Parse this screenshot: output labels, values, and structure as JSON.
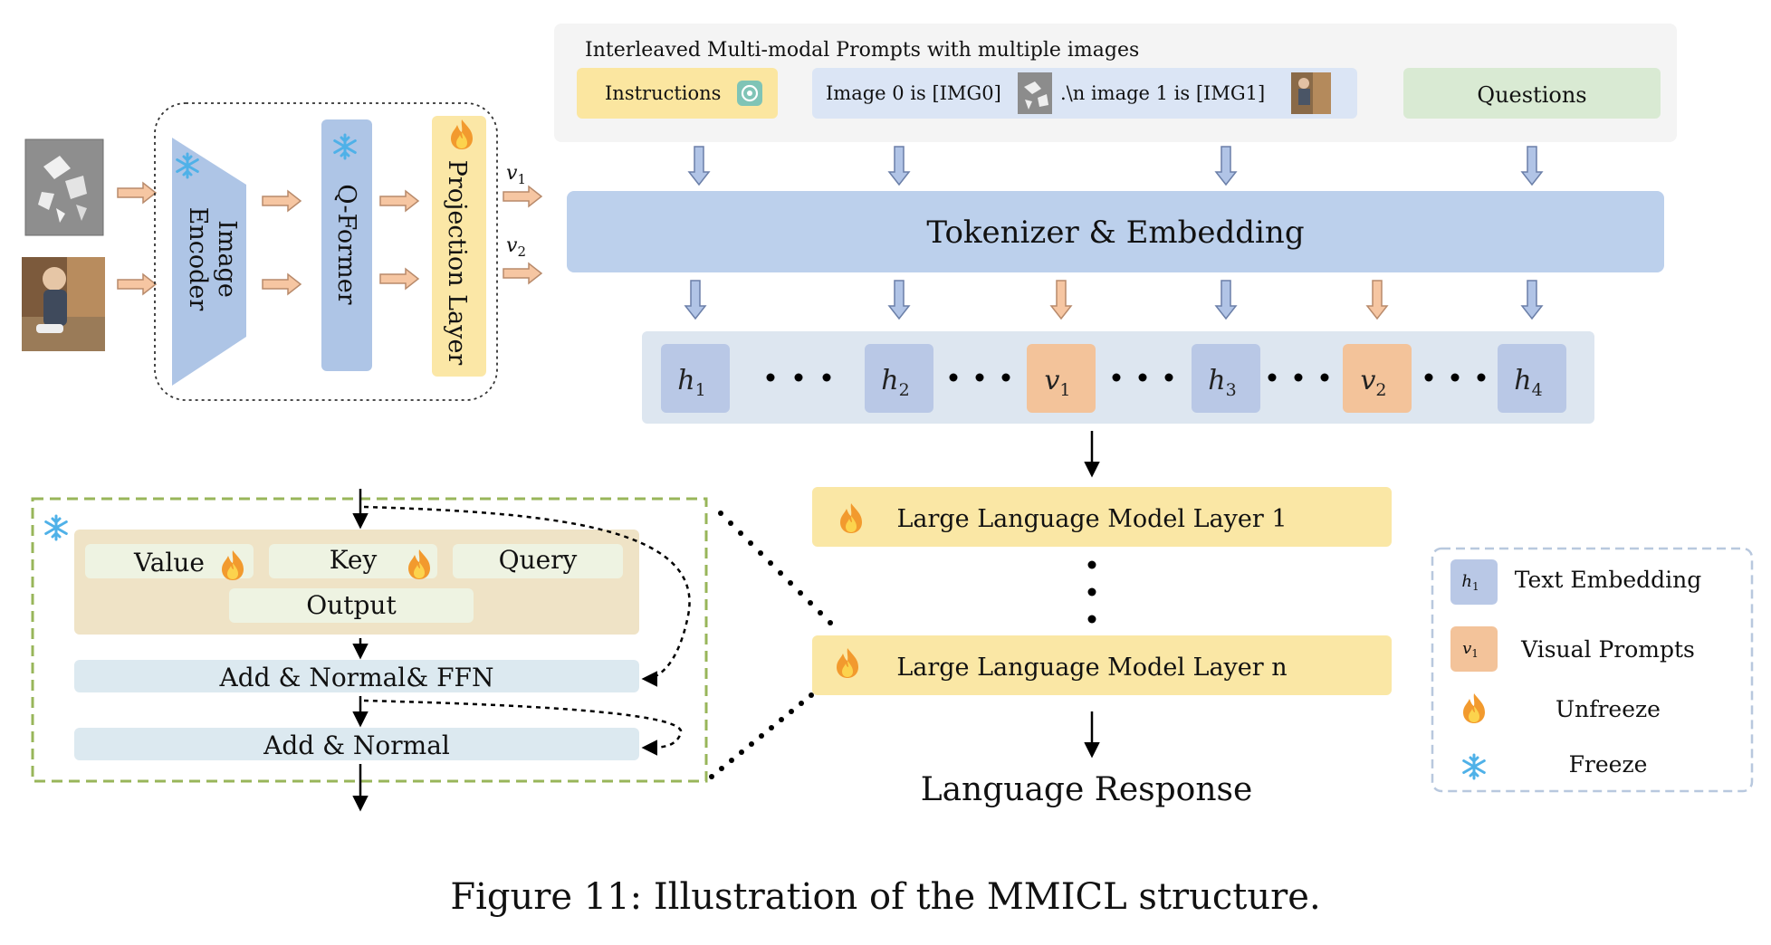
{
  "prompt_panel": {
    "title": "Interleaved  Multi-modal Prompts with multiple images",
    "instructions": "Instructions",
    "image_prompt_part1": "Image 0 is  [IMG0]",
    "image_prompt_part2": ".\\n  image 1 is [IMG1]",
    "questions": "Questions"
  },
  "tokenizer_label": "Tokenizer & Embedding",
  "image_encoder_label_line1": "Image",
  "image_encoder_label_line2": "Encoder",
  "qformer_label": "Q-Former",
  "projection_label": "Projection Layer",
  "vectors": {
    "v1": "v",
    "v1_sub": "1",
    "v2": "v",
    "v2_sub": "2"
  },
  "tokens": [
    {
      "base": "h",
      "sub": "1"
    },
    {
      "base": "h",
      "sub": "2"
    },
    {
      "base": "v",
      "sub": "1"
    },
    {
      "base": "h",
      "sub": "3"
    },
    {
      "base": "v",
      "sub": "2"
    },
    {
      "base": "h",
      "sub": "4"
    }
  ],
  "token_kinds": [
    "text",
    "text",
    "visual",
    "text",
    "visual",
    "text"
  ],
  "llm_layer_1": "Large Language Model Layer 1",
  "llm_layer_n": "Large Language Model Layer n",
  "language_response": "Language Response",
  "attention": {
    "value": "Value",
    "key": "Key",
    "query": "Query",
    "output": "Output",
    "add_norm_ffn": "Add & Normal& FFN",
    "add_norm": "Add & Normal"
  },
  "legend": [
    {
      "symbol": "h1",
      "base": "h",
      "sub": "1",
      "label": "Text Embedding"
    },
    {
      "symbol": "v1",
      "base": "v",
      "sub": "1",
      "label": "Visual Prompts"
    },
    {
      "symbol": "fire-icon",
      "label": "Unfreeze"
    },
    {
      "symbol": "snowflake-icon",
      "label": "Freeze"
    }
  ],
  "caption": "Figure 11: Illustration of the MMICL structure.",
  "colors": {
    "text_token": "#b9c8e6",
    "visual_token": "#f3c39a",
    "tokenizer": "#bcd0ec",
    "llm_layer": "#fae7a5",
    "instructions": "#fbe6a0",
    "image_prompt": "#dbe5f5",
    "questions": "#d9ead3",
    "prompt_panel": "#f4f4f4",
    "token_strip": "#dde6f0",
    "attention_block": "#efe3c6",
    "attention_cell": "#eef3e2",
    "add_norm": "#dce9f0",
    "encoder": "#aec5e6",
    "projection": "#fbe7a6",
    "orange_arrow": "#f6c6a2",
    "blue_arrow": "#b1c4e6",
    "frozen_border": "#98b65a"
  }
}
